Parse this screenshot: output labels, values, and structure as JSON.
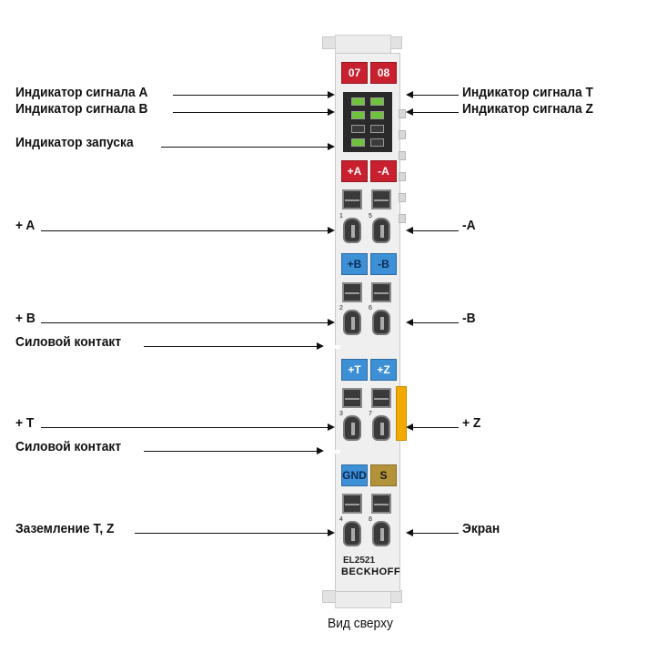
{
  "labels_left": [
    "Индикатор сигнала A",
    "Индикатор сигнала B",
    "Индикатор запуска",
    "+ A",
    "+ B",
    "Силовой контакт",
    "+ T",
    "Силовой контакт",
    "Заземление T, Z"
  ],
  "labels_right": [
    "Индикатор сигнала T",
    "Индикатор сигнала Z",
    "-A",
    "-B",
    "+ Z",
    "Экран"
  ],
  "module": {
    "top_tabs": [
      "07",
      "08"
    ],
    "tabs_a": [
      "+A",
      "-A"
    ],
    "tabs_b": [
      "+B",
      "-B"
    ],
    "tabs_t": [
      "+T",
      "+Z"
    ],
    "tabs_gnd": [
      "GND",
      "S"
    ],
    "terminal_numbers": [
      "1",
      "5",
      "2",
      "6",
      "3",
      "7",
      "4",
      "8"
    ],
    "model": "EL2521",
    "brand": "BECKHOFF",
    "led_states": [
      "on",
      "on",
      "off",
      "on"
    ]
  },
  "caption": "Вид сверху",
  "colors": {
    "red": "#c8202e",
    "blue": "#3d8fd6",
    "gold": "#b3933a",
    "orange": "#f2a900",
    "led_green": "#6fc23c"
  }
}
